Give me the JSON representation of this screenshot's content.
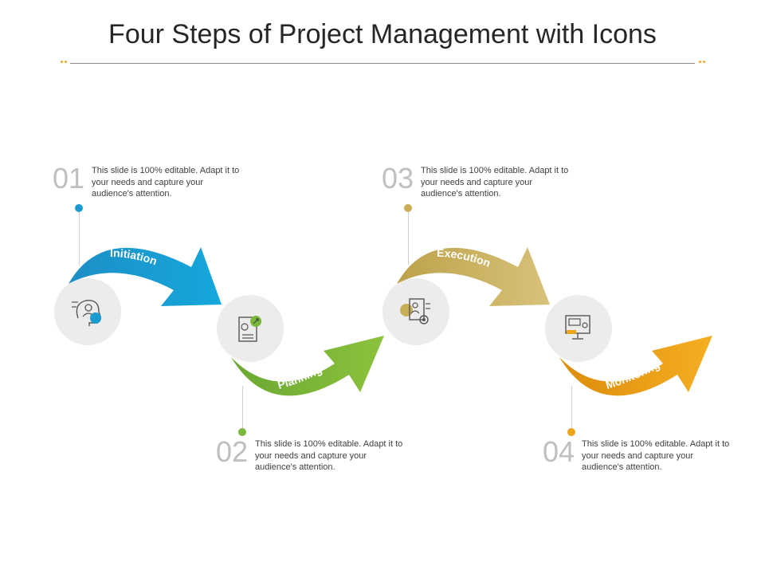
{
  "title": "Four Steps of Project Management with Icons",
  "colors": {
    "initiation": "#1a9ad0",
    "planning": "#7ab83a",
    "execution": "#c9ae58",
    "monitoring": "#eda418",
    "accent_dots": "#f0a530"
  },
  "steps": [
    {
      "number": "01",
      "label": "Initiation",
      "text": "This slide is 100% editable. Adapt it to your needs and capture your audience's attention.",
      "icon": "head-user-icon"
    },
    {
      "number": "02",
      "label": "Planning",
      "text": "This slide is 100% editable. Adapt it to your needs and capture your audience's attention.",
      "icon": "document-chart-icon"
    },
    {
      "number": "03",
      "label": "Execution",
      "text": "This slide is 100% editable. Adapt it to your needs and capture your audience's attention.",
      "icon": "clipboard-gear-icon"
    },
    {
      "number": "04",
      "label": "Monitoring",
      "text": "This slide is 100% editable. Adapt it to your needs and capture your audience's attention.",
      "icon": "monitor-chart-icon"
    }
  ]
}
